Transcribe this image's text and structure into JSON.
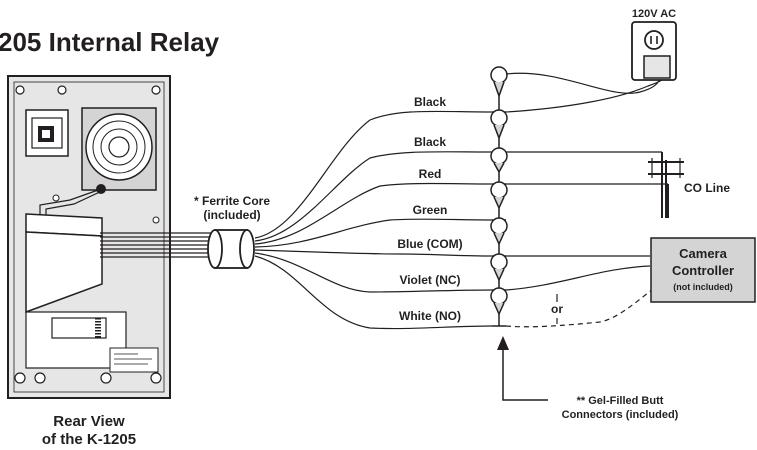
{
  "title": "205 Internal Relay",
  "power_label": "120V AC",
  "ferrite": {
    "line1": "* Ferrite Core",
    "line2": "(included)"
  },
  "wires": [
    {
      "label": "Black"
    },
    {
      "label": "Black"
    },
    {
      "label": "Red"
    },
    {
      "label": "Green"
    },
    {
      "label": "Blue (COM)"
    },
    {
      "label": "Violet (NC)"
    },
    {
      "label": "White (NO)"
    }
  ],
  "co_line_label": "CO Line",
  "camera": {
    "line1": "Camera",
    "line2": "Controller",
    "line3": "(not included)"
  },
  "or_label": "or",
  "connectors_note": {
    "line1": "** Gel-Filled Butt",
    "line2": "Connectors (included)"
  },
  "rear_view": {
    "line1": "Rear View",
    "line2": "of the K-1205"
  },
  "colors": {
    "ink": "#231f20",
    "panel": "#e6e6e6",
    "device": "#d4d4d4"
  }
}
